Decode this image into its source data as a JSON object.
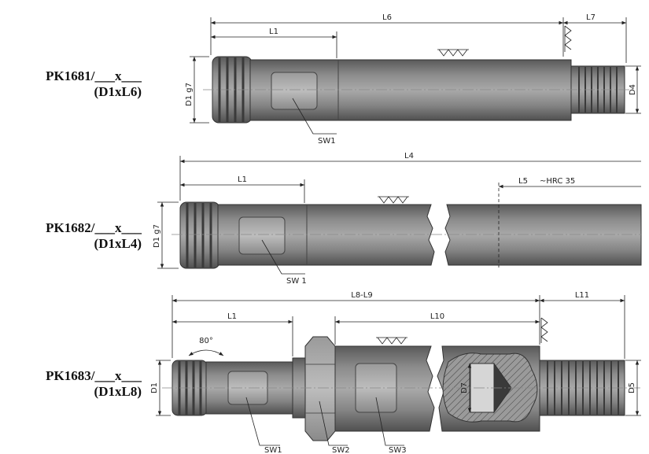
{
  "parts": [
    {
      "code": "PK1681/___x___",
      "size": "(D1xL6)",
      "dimensions": {
        "overall": "L6",
        "tail": "L7",
        "thread_zone": "L1",
        "diameter": "D1 g7",
        "end_diameter": "D4",
        "wrench": "SW1"
      }
    },
    {
      "code": "PK1682/___x___",
      "size": "(D1xL4)",
      "dimensions": {
        "overall": "L4",
        "thread_zone": "L1",
        "hard_zone": "L5",
        "hardness": "~HRC 35",
        "diameter": "D1 g7",
        "wrench": "SW 1"
      }
    },
    {
      "code": "PK1683/___x___",
      "size": "(D1xL8)",
      "dimensions": {
        "overall": "L8-L9",
        "thread_zone": "L1",
        "angle": "80°",
        "mid": "L10",
        "tail": "L11",
        "diameter": "D1",
        "end_diameter": "D5",
        "inner_diameter": "D7",
        "wrench1": "SW1",
        "wrench2": "SW2",
        "wrench3": "SW3"
      }
    }
  ]
}
